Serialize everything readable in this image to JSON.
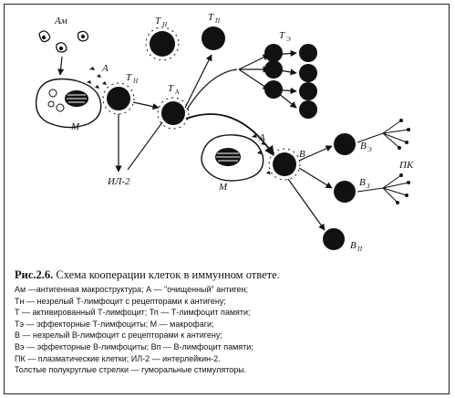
{
  "figure": {
    "number": "Рис.2.6.",
    "title": "Схема кооперации клеток в иммунном ответе."
  },
  "labels": {
    "am": "Ам",
    "a1": "А",
    "a2": "А",
    "m1": "М",
    "m2": "М",
    "tn1": "Т",
    "tn1_sub": "Н",
    "tn2": "Т",
    "tn2_sub": "Н",
    "tp": "Т",
    "tp_sub": "П",
    "ta": "Т",
    "ta_sub": "А",
    "te": "Т",
    "te_sub": "Э",
    "b": "В",
    "be1": "В",
    "be1_sub": "Э",
    "be2": "В",
    "be2_sub": "З",
    "bp": "В",
    "bp_sub": "П",
    "pk": "ПК",
    "il2": "ИЛ-2"
  },
  "legend": [
    "Ам —антигенная макроструктура; А — \"очищенный\" антиген;",
    "Тн — незрелый Т-лимфоцит с рецепторами к антигену;",
    "Т  — активированный Т-лимфоцит; Тп — Т-лимфоцит памяти;",
    "Тэ — эффекторные Т-лимфоциты; М — макрофаги;",
    "В — незрелый В-лимфоцит с рецепторами к антигену;",
    "Вэ — эффекторные В-лимфоциты; Вп — В-лимфоцит памяти;",
    "ПК — плазматические клетки; ИЛ-2 — интерлейкин-2.",
    "Толстые полукруглые стрелки — гуморальные стимуляторы."
  ]
}
